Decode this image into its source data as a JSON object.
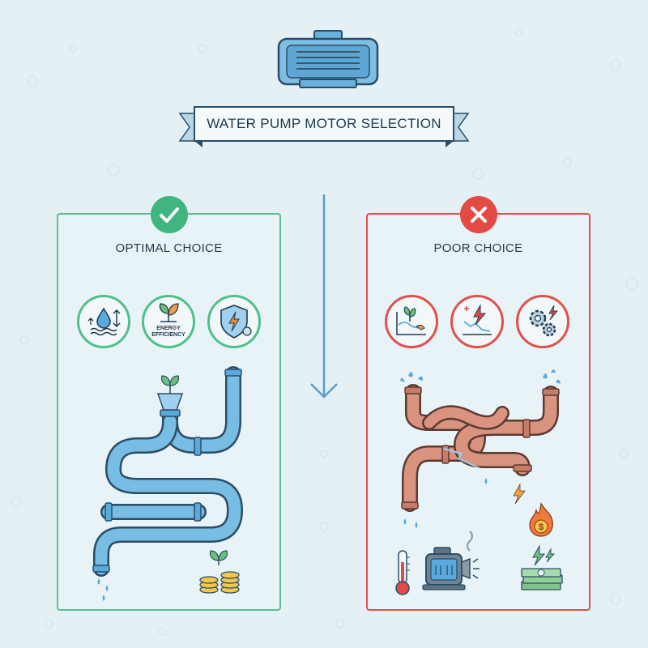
{
  "title": "WATER PUMP MOTOR SELECTION",
  "good_panel": {
    "title": "OPTIMAL CHOICE",
    "icons": [
      "water-flow-icon",
      "energy-efficiency-icon",
      "shield-icon"
    ],
    "energy_label_line1": "ENERGY",
    "energy_label_line2": "EFFICIENCY"
  },
  "bad_panel": {
    "title": "POOR CHOICE",
    "icons": [
      "wilting-plant-icon",
      "power-drop-icon",
      "gears-icon"
    ]
  },
  "colors": {
    "good": "#3fb57f",
    "bad": "#e24a43",
    "pipe_good": "#6bb3dd",
    "pipe_bad": "#d9937f",
    "arrow": "#5a9ccc"
  }
}
